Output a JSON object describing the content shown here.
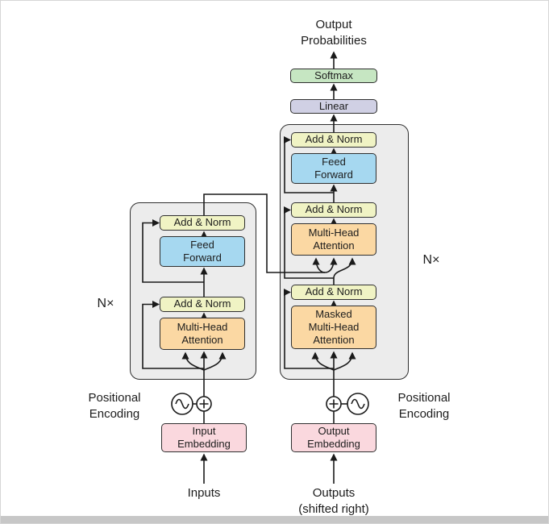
{
  "colors": {
    "add_norm": "#f0f3c4",
    "feed_forward": "#a6d8f0",
    "attention": "#fbd8a3",
    "softmax": "#c6e6c2",
    "linear": "#d0d0e4",
    "embedding": "#fad8de",
    "block_bg": "#ececec",
    "stroke": "#1a1a1a"
  },
  "labels": {
    "output_probabilities": "Output\nProbabilities",
    "softmax": "Softmax",
    "linear": "Linear",
    "add_norm": "Add & Norm",
    "feed_forward": "Feed\nForward",
    "multi_head_attention": "Multi-Head\nAttention",
    "masked_multi_head_attention": "Masked\nMulti-Head\nAttention",
    "input_embedding": "Input\nEmbedding",
    "output_embedding": "Output\nEmbedding",
    "positional_encoding": "Positional\nEncoding",
    "inputs": "Inputs",
    "outputs": "Outputs\n(shifted right)",
    "n_times": "N×"
  }
}
